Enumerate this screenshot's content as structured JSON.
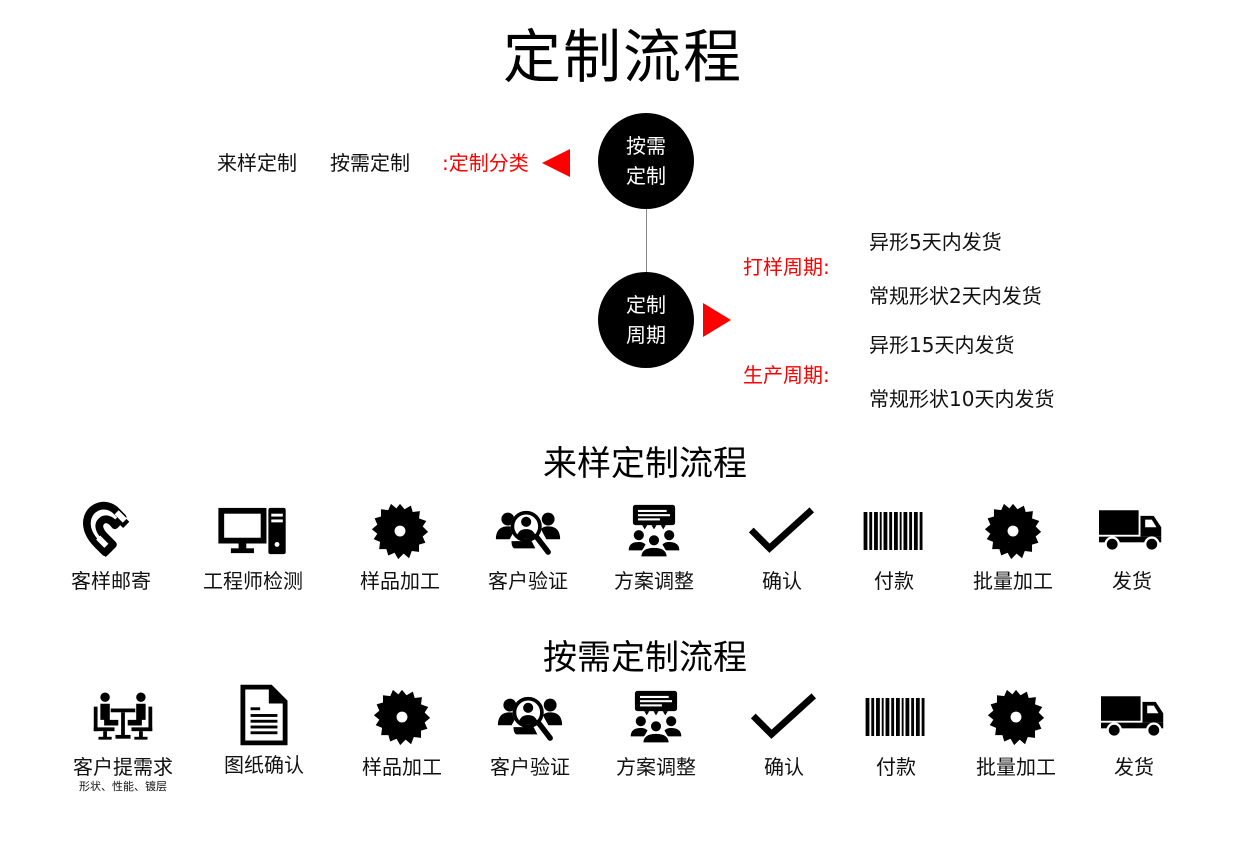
{
  "title": "定制流程",
  "classification": {
    "options": [
      "来样定制",
      "按需定制"
    ],
    "label": ":定制分类",
    "node": [
      "按需",
      "定制"
    ]
  },
  "cycle": {
    "node": [
      "定制",
      "周期"
    ],
    "groups": [
      {
        "label": "打样周期:",
        "items": [
          "异形5天内发货",
          "常规形状2天内发货"
        ]
      },
      {
        "label": "生产周期:",
        "items": [
          "异形15天内发货",
          "常规形状10天内发货"
        ]
      }
    ]
  },
  "accent_color": "#ff0000",
  "flows": [
    {
      "title": "来样定制流程",
      "steps": [
        {
          "label": "客样邮寄",
          "icon": "magnet-icon"
        },
        {
          "label": "工程师检测",
          "icon": "computer-icon"
        },
        {
          "label": "样品加工",
          "icon": "saw-blade-icon"
        },
        {
          "label": "客户验证",
          "icon": "user-search-icon"
        },
        {
          "label": "方案调整",
          "icon": "group-discussion-icon"
        },
        {
          "label": "确认",
          "icon": "checkmark-icon"
        },
        {
          "label": "付款",
          "icon": "barcode-icon"
        },
        {
          "label": "批量加工",
          "icon": "saw-blade-icon"
        },
        {
          "label": "发货",
          "icon": "truck-icon"
        }
      ]
    },
    {
      "title": "按需定制流程",
      "steps": [
        {
          "label": "客户提需求",
          "sub": "形状、性能、镀层",
          "icon": "meeting-icon"
        },
        {
          "label": "图纸确认",
          "icon": "document-icon"
        },
        {
          "label": "样品加工",
          "icon": "saw-blade-icon"
        },
        {
          "label": "客户验证",
          "icon": "user-search-icon"
        },
        {
          "label": "方案调整",
          "icon": "group-discussion-icon"
        },
        {
          "label": "确认",
          "icon": "checkmark-icon"
        },
        {
          "label": "付款",
          "icon": "barcode-icon"
        },
        {
          "label": "批量加工",
          "icon": "saw-blade-icon"
        },
        {
          "label": "发货",
          "icon": "truck-icon"
        }
      ]
    }
  ]
}
